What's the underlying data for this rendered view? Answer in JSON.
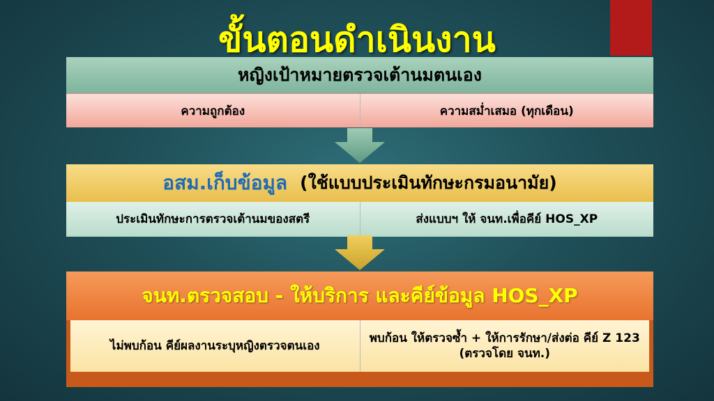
{
  "slide": {
    "title": "ขั้นตอนดำเนินงาน",
    "step1": {
      "header": "หญิงเป้าหมายตรวจเต้านมตนเอง",
      "cells": [
        "ความถูกต้อง",
        "ความสม่ำเสมอ (ทุกเดือน)"
      ]
    },
    "step2": {
      "header_main": "อสม.เก็บข้อมูล",
      "header_note": "(ใช้แบบประเมินทักษะกรมอนามัย)",
      "cells": [
        "ประเมินทักษะการตรวจเต้านมของสตรี",
        "ส่งแบบฯ ให้ จนท.เพื่อคีย์ HOS_XP"
      ]
    },
    "step3": {
      "header": "จนท.ตรวจสอบ - ให้บริการ และคีย์ข้อมูล HOS_XP",
      "cells": [
        "ไม่พบก้อน คีย์ผลงานระบุหญิงตรวจตนเอง",
        "พบก้อน ให้ตรวจซ้ำ + ให้การรักษา/ส่งต่อ คีย์ Z 123 (ตรวจโดย จนท.)"
      ]
    },
    "colors": {
      "title": "#ffff00",
      "accent_red": "#b31b1b",
      "step1_header": "#8fc0a8",
      "step2_header": "#f2cf6a",
      "step3_header": "#ef8440"
    },
    "icons": [
      "arrow-down-icon",
      "arrow-down-icon"
    ]
  }
}
